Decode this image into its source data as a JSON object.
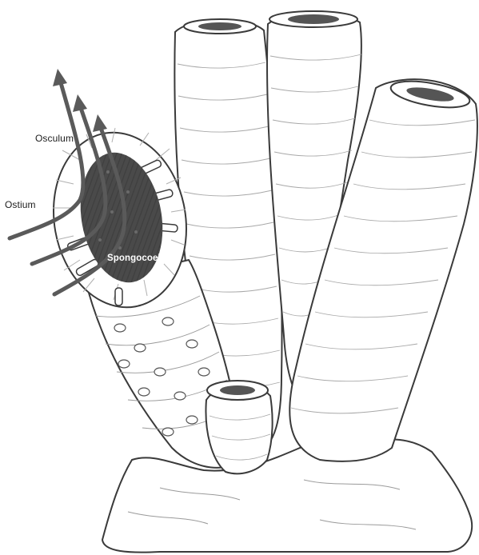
{
  "labels": {
    "osculum": "Osculum",
    "ostium": "Ostium",
    "spongocoel": "Spongocoel"
  },
  "colors": {
    "ink": "#3a3a3a",
    "arrow": "#5a5a5a",
    "cavity": "#4a4a4a",
    "paper": "#ffffff"
  }
}
